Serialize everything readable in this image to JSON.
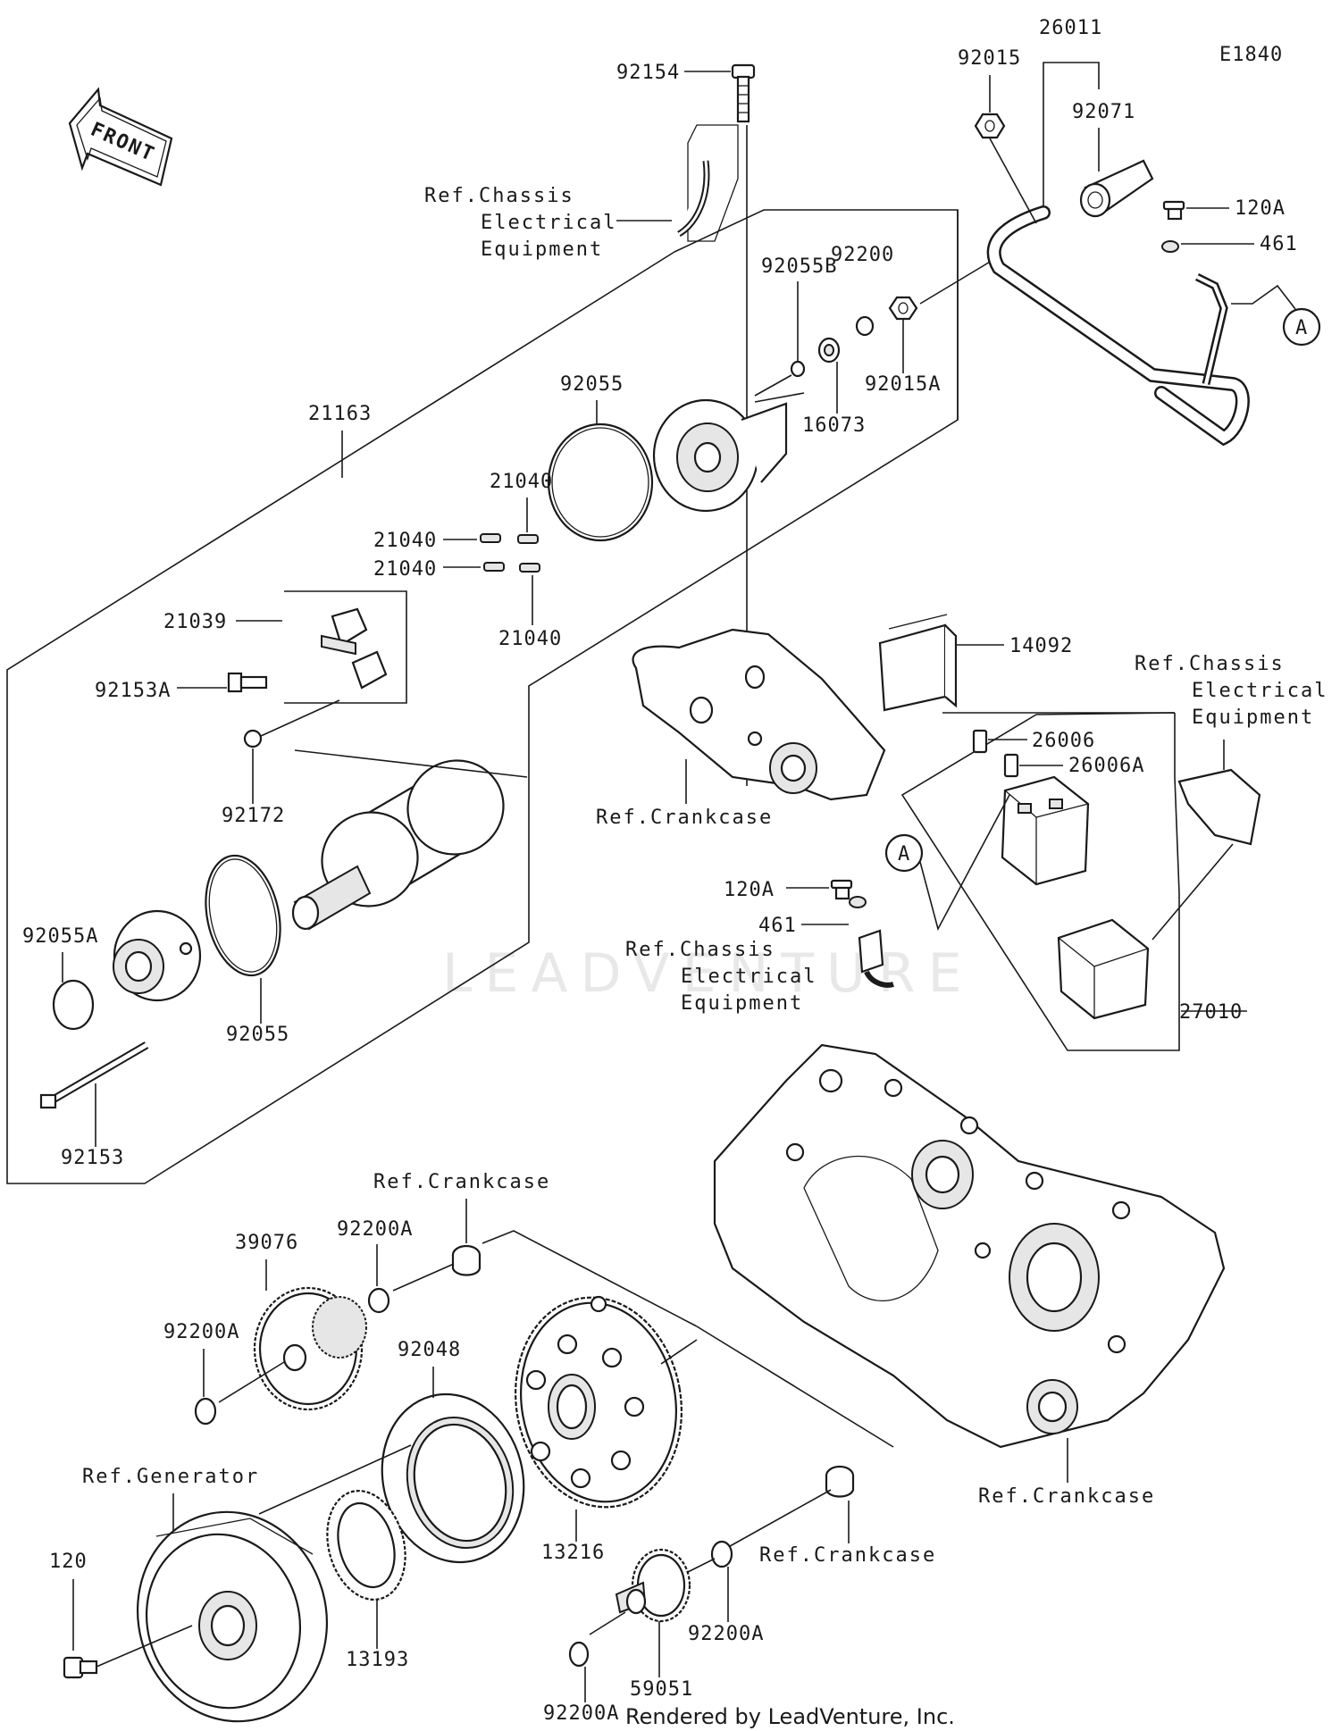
{
  "diagram_code": "E1840",
  "front_label": "FRONT",
  "watermark": "LEADVENTURE",
  "footer": "Rendered by LeadVenture, Inc.",
  "circle_ref": "A",
  "refs": {
    "chassis_electrical": [
      "Ref.Chassis",
      "Electrical",
      "Equipment"
    ],
    "crankcase": "Ref.Crankcase",
    "generator": "Ref.Generator"
  },
  "parts": {
    "p92154": "92154",
    "p92015": "92015",
    "p26011": "26011",
    "p92071": "92071",
    "p120A": "120A",
    "p461": "461",
    "p92200": "92200",
    "p92055B": "92055B",
    "p92015A": "92015A",
    "p16073": "16073",
    "p92055": "92055",
    "p21163": "21163",
    "p21040": "21040",
    "p21039": "21039",
    "p92153A": "92153A",
    "p92172": "92172",
    "p14092": "14092",
    "p26006": "26006",
    "p26006A": "26006A",
    "p27010": "27010",
    "p92055A": "92055A",
    "p92153": "92153",
    "p39076": "39076",
    "p92200A": "92200A",
    "p92048": "92048",
    "p13216": "13216",
    "p13193": "13193",
    "p59051": "59051",
    "p120": "120"
  }
}
